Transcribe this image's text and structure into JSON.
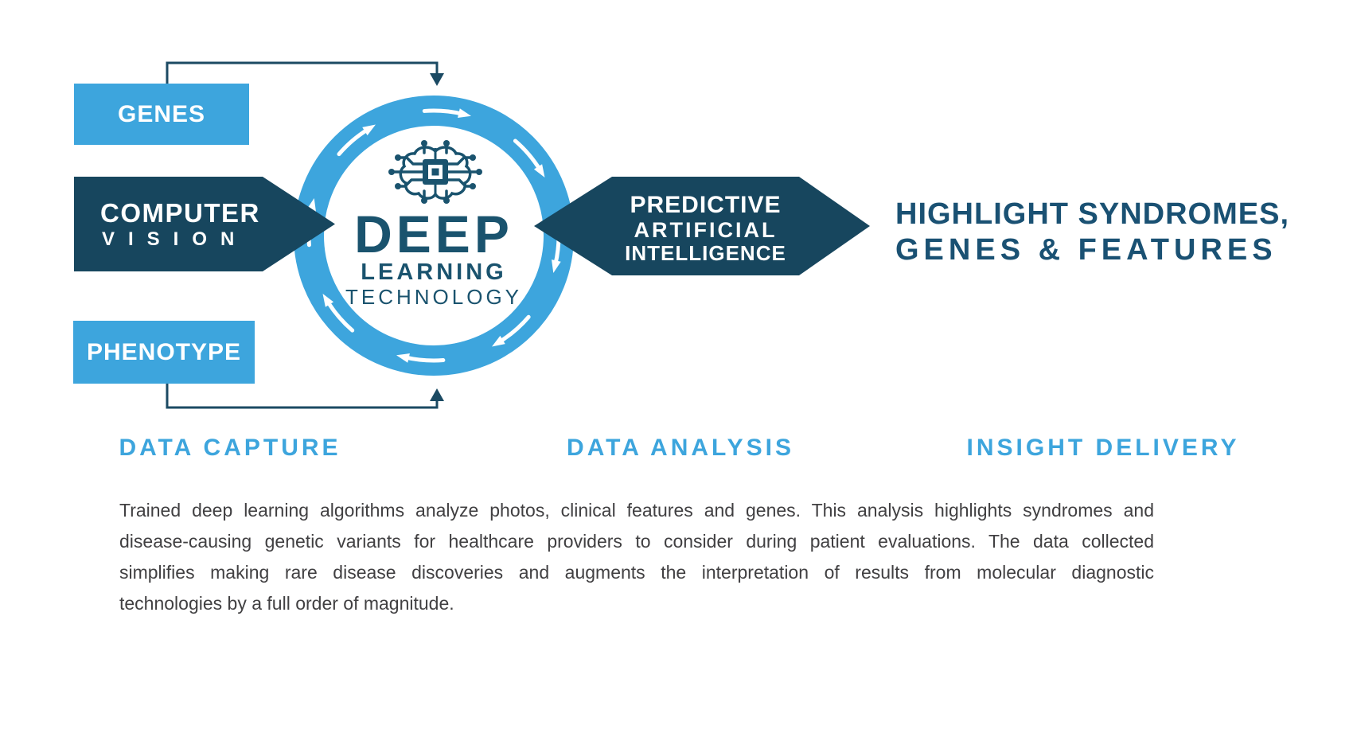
{
  "colors": {
    "light_blue": "#3da5dd",
    "navy": "#17465e",
    "core_text_navy": "#1a536e",
    "outcome_navy": "#1a5173",
    "body_text": "#414042"
  },
  "diagram": {
    "inputs": {
      "genes": "GENES",
      "computer_vision_line1": "COMPUTER",
      "computer_vision_line2": "VISION",
      "phenotype": "PHENOTYPE"
    },
    "core": {
      "line1": "DEEP",
      "line2": "LEARNING",
      "line3": "TECHNOLOGY"
    },
    "analysis_arrow": {
      "line1": "PREDICTIVE",
      "line2": "ARTIFICIAL",
      "line3": "INTELLIGENCE"
    },
    "outcome": {
      "line1": "HIGHLIGHT SYNDROMES,",
      "line2": "GENES & FEATURES"
    },
    "stages": [
      {
        "label": "DATA CAPTURE"
      },
      {
        "label": "DATA ANALYSIS"
      },
      {
        "label": "INSIGHT DELIVERY"
      }
    ]
  },
  "description_lines": [
    "Trained deep learning algorithms analyze photos, clinical features and genes. This analysis highlights syndromes and",
    "disease-causing genetic variants for healthcare providers to consider during patient evaluations. The data collected",
    "simplifies making rare disease discoveries and augments the interpretation of results from molecular diagnostic",
    "technologies by a full order of magnitude."
  ]
}
